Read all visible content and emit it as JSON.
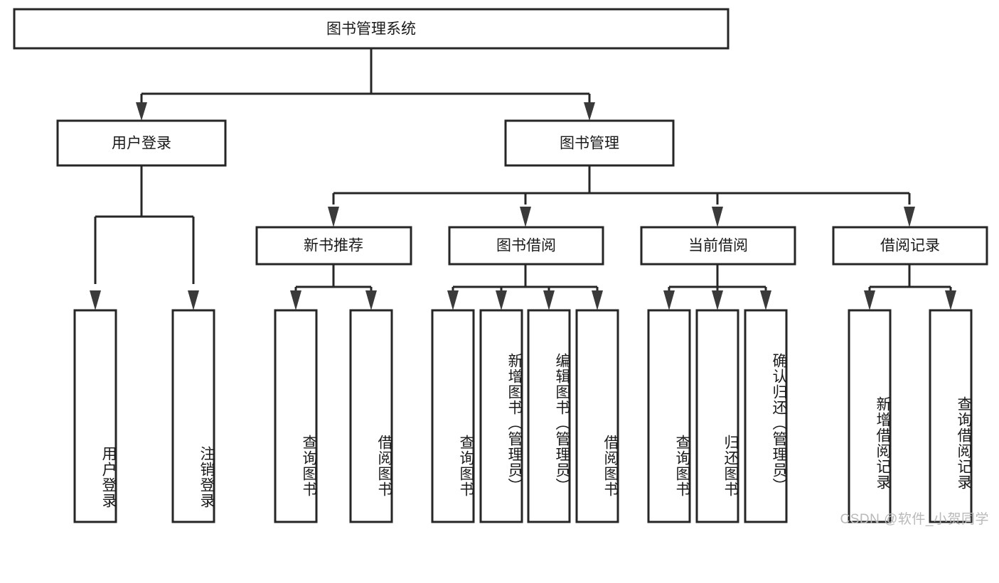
{
  "diagram": {
    "type": "tree",
    "title": "图书管理系统",
    "watermark": "CSDN @软件_小贺同学",
    "root": {
      "id": "root",
      "label": "图书管理系统"
    },
    "level2": [
      {
        "id": "user-login",
        "label": "用户登录"
      },
      {
        "id": "book-manage",
        "label": "图书管理"
      }
    ],
    "level3": [
      {
        "id": "new-book-rec",
        "label": "新书推荐",
        "parent": "book-manage"
      },
      {
        "id": "book-borrow",
        "label": "图书借阅",
        "parent": "book-manage"
      },
      {
        "id": "current-borrow",
        "label": "当前借阅",
        "parent": "book-manage"
      },
      {
        "id": "borrow-record",
        "label": "借阅记录",
        "parent": "book-manage"
      }
    ],
    "leaves": [
      {
        "id": "leaf-user-login",
        "label": "用户登录",
        "parent": "user-login"
      },
      {
        "id": "leaf-logout",
        "label": "注销登录",
        "parent": "user-login"
      },
      {
        "id": "leaf-query-book-1",
        "label": "查询图书",
        "parent": "new-book-rec"
      },
      {
        "id": "leaf-borrow-book-1",
        "label": "借阅图书",
        "parent": "new-book-rec"
      },
      {
        "id": "leaf-query-book-2",
        "label": "查询图书",
        "parent": "book-borrow"
      },
      {
        "id": "leaf-add-book",
        "label": "新增图书（管理员）",
        "parent": "book-borrow"
      },
      {
        "id": "leaf-edit-book",
        "label": "编辑图书（管理员）",
        "parent": "book-borrow"
      },
      {
        "id": "leaf-borrow-book-2",
        "label": "借阅图书",
        "parent": "book-borrow"
      },
      {
        "id": "leaf-query-book-3",
        "label": "查询图书",
        "parent": "current-borrow"
      },
      {
        "id": "leaf-return-book",
        "label": "归还图书",
        "parent": "current-borrow"
      },
      {
        "id": "leaf-confirm-return",
        "label": "确认归还（管理员）",
        "parent": "current-borrow"
      },
      {
        "id": "leaf-add-record",
        "label": "新增借阅记录",
        "parent": "borrow-record"
      },
      {
        "id": "leaf-query-record",
        "label": "查询借阅记录",
        "parent": "borrow-record"
      }
    ],
    "colors": {
      "stroke": "#262626",
      "fill": "#ffffff",
      "text": "#1a1a1a",
      "watermark": "#b9b9b9"
    }
  }
}
